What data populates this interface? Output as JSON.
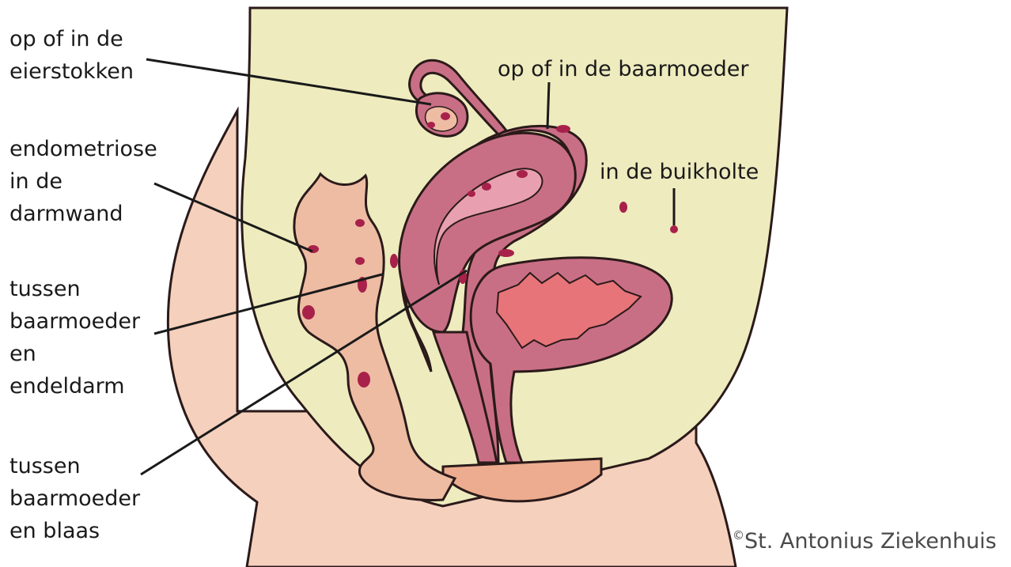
{
  "labels": {
    "ovaries": [
      "op of in de",
      "eierstokken"
    ],
    "bowel_wall": [
      "endometriose",
      "in de",
      "darmwand"
    ],
    "uterus_rectum": [
      "tussen",
      "baarmoeder",
      "en",
      "endeldarm"
    ],
    "uterus_bladder": [
      "tussen",
      "baarmoeder",
      "en blaas"
    ],
    "uterus": "op of in de baarmoeder",
    "abdominal_cavity": "in de buikholte"
  },
  "credit": {
    "symbol": "©",
    "text": "St. Antonius Ziekenhuis"
  },
  "colors": {
    "abdomen": "#eeebbe",
    "skin": "#f5d0bc",
    "uterus": "#c96f85",
    "endometriosis_spot": "#a8214a",
    "bladder_inner": "#e77479",
    "bowel": "#edbca3",
    "outline": "#2b1a1a"
  }
}
